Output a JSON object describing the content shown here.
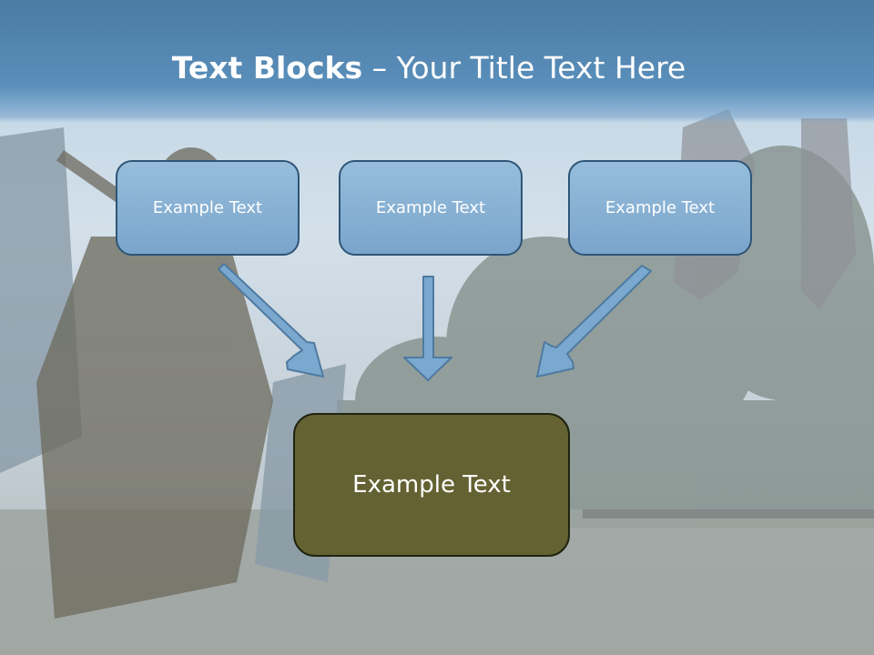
{
  "slide": {
    "title_bold": "Text Blocks",
    "title_rest": " – Your Title Text Here"
  },
  "blocks": [
    {
      "text": "Example Text"
    },
    {
      "text": "Example Text"
    },
    {
      "text": "Example Text"
    }
  ],
  "main_block": {
    "text": "Example Text"
  },
  "colors": {
    "title_band": "#5a8fbb",
    "block_fill": "#8ab3d6",
    "block_border": "#2f5577",
    "main_fill": "#646232",
    "arrow_fill": "#7aa8cf"
  }
}
